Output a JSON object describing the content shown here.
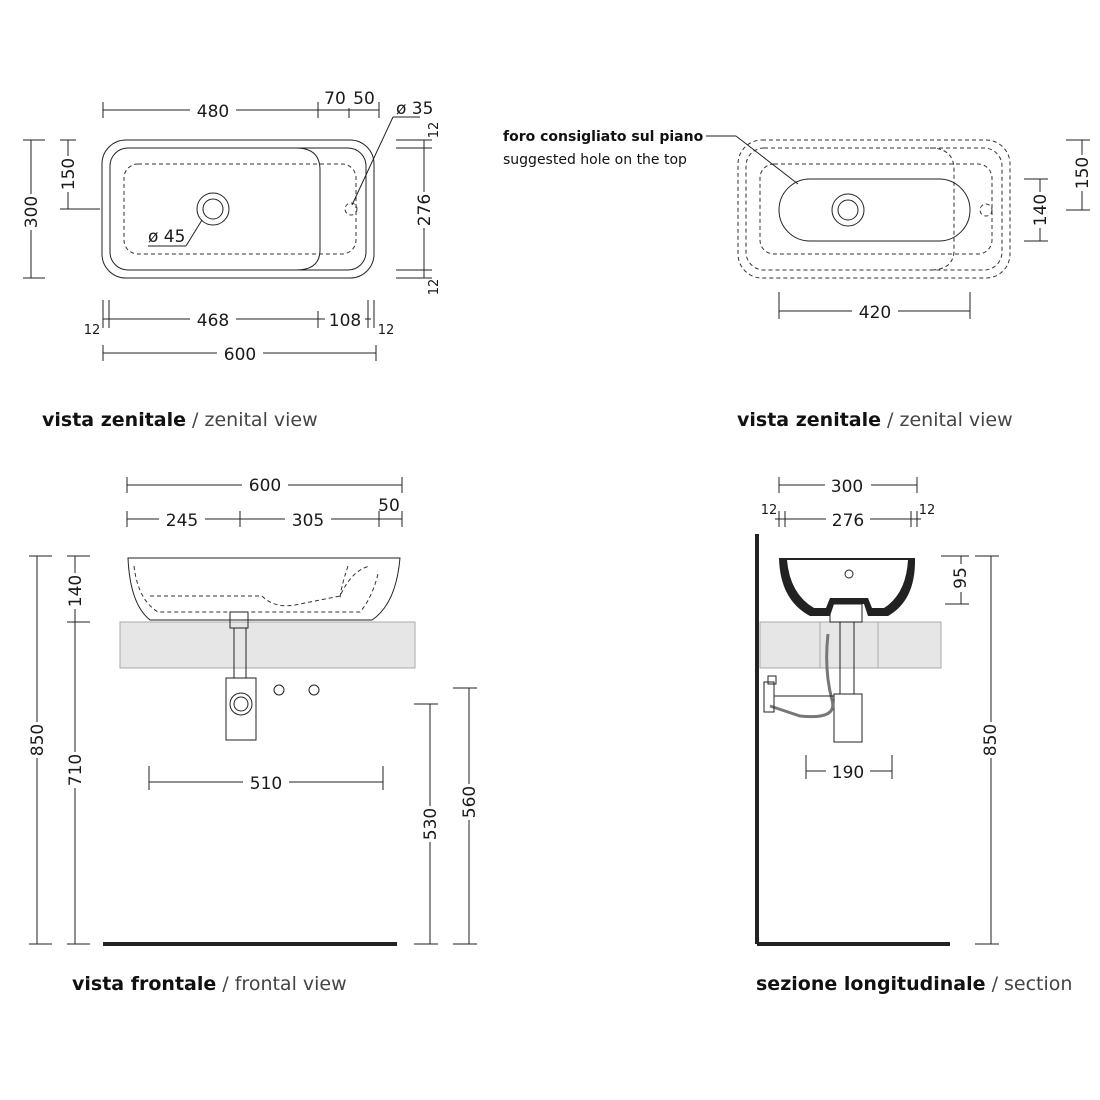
{
  "views": {
    "top_left": {
      "caption_bold": "vista zenitale",
      "caption_rest": " / zenital view",
      "dims": {
        "d480": "480",
        "d70": "70",
        "d50": "50",
        "d35": "ø 35",
        "d150": "150",
        "d300": "300",
        "d45": "ø 45",
        "d276": "276",
        "d12a": "12",
        "d12b": "12",
        "d12c": "12",
        "d12d": "12",
        "d468": "468",
        "d108": "108",
        "d600": "600"
      }
    },
    "top_right": {
      "caption_bold": "vista zenitale",
      "caption_rest": " / zenital view",
      "note_it": "foro consigliato sul piano",
      "note_en": "suggested hole on the top",
      "dims": {
        "d150": "150",
        "d140": "140",
        "d420": "420"
      }
    },
    "bottom_left": {
      "caption_bold": "vista frontale",
      "caption_rest": " / frontal view",
      "dims": {
        "d600": "600",
        "d245": "245",
        "d305": "305",
        "d50": "50",
        "d140": "140",
        "d850": "850",
        "d710": "710",
        "d510": "510",
        "d530": "530",
        "d560": "560"
      }
    },
    "bottom_right": {
      "caption_bold": "sezione longitudinale",
      "caption_rest": " / section",
      "dims": {
        "d300": "300",
        "d12a": "12",
        "d276": "276",
        "d12b": "12",
        "d95": "95",
        "d190": "190",
        "d850": "850"
      }
    }
  },
  "colors": {
    "line": "#222222",
    "counter": "#e6e6e6",
    "basin_wall": "#222222"
  }
}
